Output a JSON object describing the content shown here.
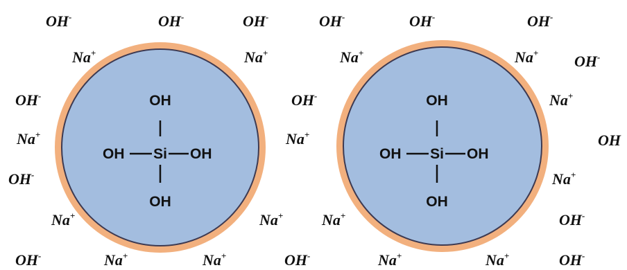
{
  "labels": {
    "hydroxide": "OH",
    "hydroxide_charge": "-",
    "sodium": "Na",
    "sodium_charge": "+"
  },
  "particles": [
    {
      "top": "OH",
      "left": "OH",
      "center": "Si",
      "right": "OH",
      "bottom": "OH"
    },
    {
      "top": "OH",
      "left": "OH",
      "center": "Si",
      "right": "OH",
      "bottom": "OH"
    }
  ],
  "colors": {
    "shell": "#f2b07e",
    "core": "#a3bddf",
    "core_edge": "#3d3a52",
    "text": "#111111"
  }
}
